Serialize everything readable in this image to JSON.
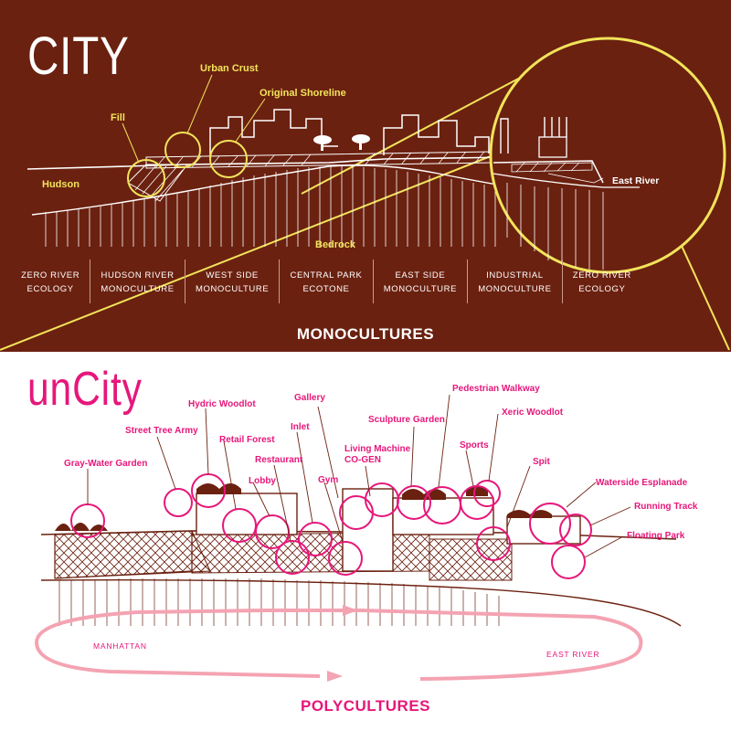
{
  "city": {
    "title": "CITY",
    "labels": {
      "urban_crust": "Urban Crust",
      "original_shoreline": "Original Shoreline",
      "fill": "Fill",
      "hudson": "Hudson",
      "bedrock": "Bedrock",
      "east_river": "East River"
    },
    "zones": [
      {
        "line1": "ZERO RIVER",
        "line2": "ECOLOGY"
      },
      {
        "line1": "HUDSON RIVER",
        "line2": "MONOCULTURE"
      },
      {
        "line1": "WEST SIDE",
        "line2": "MONOCULTURE"
      },
      {
        "line1": "CENTRAL PARK",
        "line2": "ECOTONE"
      },
      {
        "line1": "EAST SIDE",
        "line2": "MONOCULTURE"
      },
      {
        "line1": "INDUSTRIAL",
        "line2": "MONOCULTURE"
      },
      {
        "line1": "ZERO RIVER",
        "line2": "ECOLOGY"
      }
    ],
    "heading": "MONOCULTURES"
  },
  "uncity": {
    "title": "unCity",
    "labels": {
      "gray_water_garden": "Gray-Water Garden",
      "street_tree_army": "Street Tree Army",
      "hydric_woodlot": "Hydric Woodlot",
      "retail_forest": "Retail Forest",
      "lobby": "Lobby",
      "restaurant": "Restaurant",
      "inlet": "Inlet",
      "gallery": "Gallery",
      "gym": "Gym",
      "living_machine": "Living Machine",
      "co_gen": "CO-GEN",
      "sculpture_garden": "Sculpture Garden",
      "pedestrian_walkway": "Pedestrian Walkway",
      "sports": "Sports",
      "xeric_woodlot": "Xeric Woodlot",
      "spit": "Spit",
      "waterside_esplanade": "Waterside Esplanade",
      "running_track": "Running Track",
      "floating_park": "Floating Park"
    },
    "arrows": {
      "left": "MANHATTAN",
      "right": "EAST RIVER"
    },
    "heading": "POLYCULTURES"
  },
  "colors": {
    "top_background": "#6b2110",
    "highlight_yellow": "#f2e45a",
    "magenta": "#e6177a",
    "sketch_brown": "#6b2110",
    "arrow_pink": "#f4a3b2"
  }
}
